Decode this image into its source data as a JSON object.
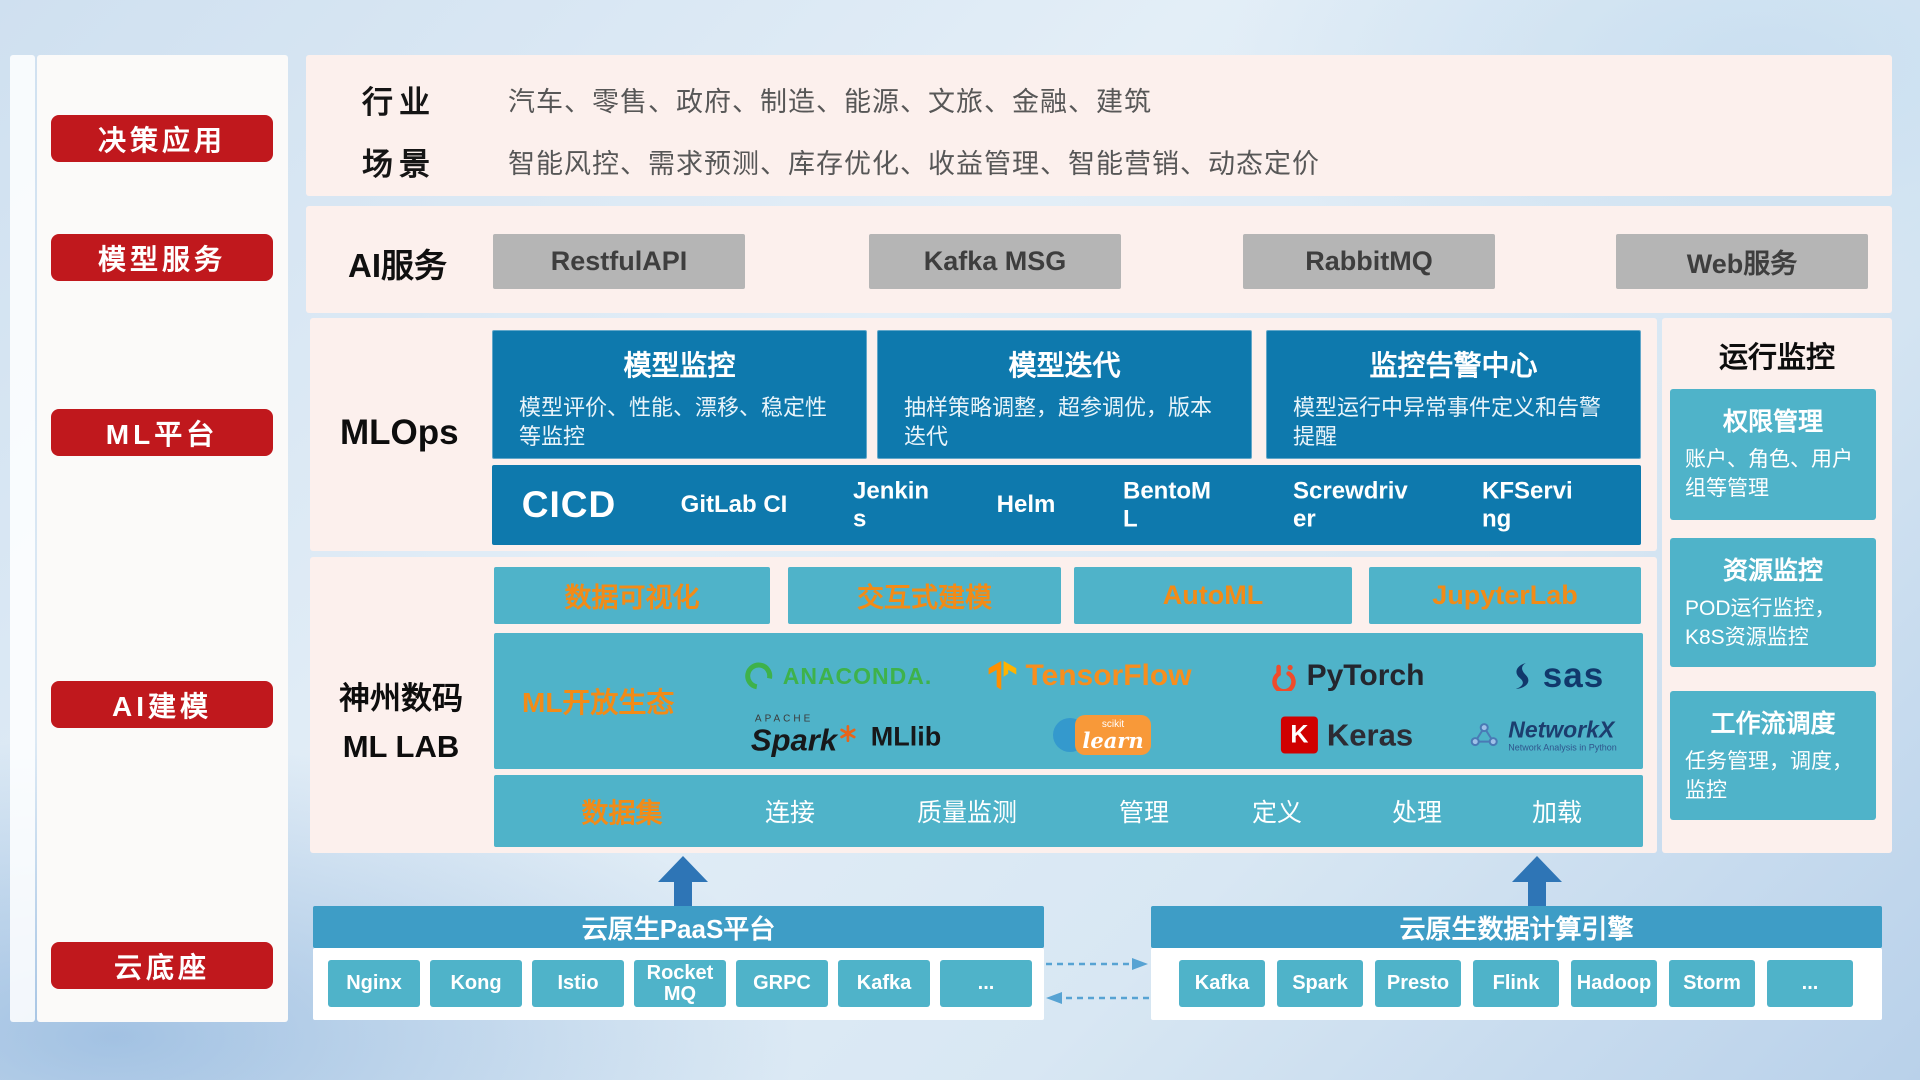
{
  "sidebar": {
    "items": [
      "决策应用",
      "模型服务",
      "ML平台",
      "AI建模",
      "云底座"
    ]
  },
  "apps": {
    "industry_label": "行业",
    "industry_text": "汽车、零售、政府、制造、能源、文旅、金融、建筑",
    "scene_label": "场景",
    "scene_text": "智能风控、需求预测、库存优化、收益管理、智能营销、动态定价"
  },
  "ai_service": {
    "label": "AI服务",
    "buttons": [
      "RestfulAPI",
      "Kafka MSG",
      "RabbitMQ",
      "Web服务"
    ]
  },
  "mlops": {
    "label": "MLOps",
    "cards": [
      {
        "title": "模型监控",
        "desc": "模型评价、性能、漂移、稳定性等监控"
      },
      {
        "title": "模型迭代",
        "desc": "抽样策略调整，超参调优，版本迭代"
      },
      {
        "title": "监控告警中心",
        "desc": "模型运行中异常事件定义和告警提醒"
      }
    ],
    "cicd_label": "CICD",
    "cicd_items": [
      "GitLab CI",
      "Jenkins",
      "Helm",
      "BentoML",
      "Screwdriver",
      "KFServing"
    ]
  },
  "mllab": {
    "label_line1": "神州数码",
    "label_line2": "ML LAB",
    "tools": [
      "数据可视化",
      "交互式建模",
      "AutoML",
      "JupyterLab"
    ],
    "eco_label": "ML开放生态",
    "logos": {
      "anaconda": "ANACONDA.",
      "tensorflow": "TensorFlow",
      "pytorch": "PyTorch",
      "sas": "sas",
      "apache": "APACHE",
      "spark": "Spark",
      "mllib": "MLlib",
      "scikit_top": "scikit",
      "scikit_main": "learn",
      "keras_letter": "K",
      "keras": "Keras",
      "networkx": "NetworkX",
      "networkx_sub": "Network Analysis in Python"
    },
    "dataset_label": "数据集",
    "dataset_items": [
      "连接",
      "质量监测",
      "管理",
      "定义",
      "处理",
      "加载"
    ]
  },
  "monitor": {
    "title": "运行监控",
    "cards": [
      {
        "title": "权限管理",
        "desc": "账户、角色、用户组等管理"
      },
      {
        "title": "资源监控",
        "desc": "POD运行监控，K8S资源监控"
      },
      {
        "title": "工作流调度",
        "desc": "任务管理，调度，监控"
      }
    ]
  },
  "cloud": {
    "paas_title": "云原生PaaS平台",
    "paas_items": [
      "Nginx",
      "Kong",
      "Istio",
      "RocketMQ",
      "GRPC",
      "Kafka",
      "..."
    ],
    "engine_title": "云原生数据计算引擎",
    "engine_items": [
      "Kafka",
      "Spark",
      "Presto",
      "Flink",
      "Hadoop",
      "Storm",
      "..."
    ]
  },
  "colors": {
    "red": "#c0181d",
    "panel_pink": "#fcf0ed",
    "deep_blue": "#0e79ad",
    "teal": "#4fb3c9",
    "bar_blue": "#3e9dc6",
    "orange": "#f28b17",
    "button_gray": "#b5b5b5",
    "arrow_blue": "#2e75b6",
    "dashed_blue": "#57a3d3"
  }
}
